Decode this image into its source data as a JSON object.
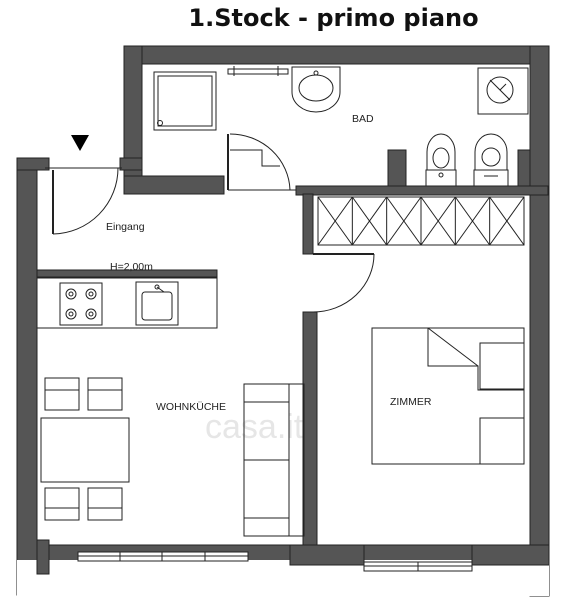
{
  "title": "1.Stock - primo piano",
  "rooms": {
    "bad": "BAD",
    "eingang": "Eingang",
    "wohnkueche": "WOHNKÜCHE",
    "zimmer": "ZIMMER"
  },
  "annotations": {
    "kitchen_height": "H=2,00m"
  },
  "watermark": "casa.it",
  "colors": {
    "wall": "#555555",
    "line": "#222222",
    "background": "#ffffff",
    "watermark": "#e6e6e6"
  },
  "icons": [
    "entrance-arrow-icon",
    "shower-icon",
    "sink-icon",
    "toilet-icon",
    "bidet-icon",
    "boiler-icon",
    "stove-icon",
    "kitchen-sink-icon"
  ]
}
